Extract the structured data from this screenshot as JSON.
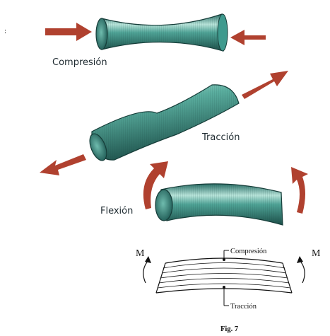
{
  "labels": {
    "compression": "Compresión",
    "traction": "Tracción",
    "flexion": "Flexión"
  },
  "beam_diagram": {
    "moment_left": "M",
    "moment_right": "M",
    "top_label": "Compresión",
    "bottom_label": "Tracción"
  },
  "caption": "Fig. 7",
  "colors": {
    "cylinder_body": "#3f9a8e",
    "cylinder_dark": "#1f5b55",
    "cylinder_highlight": "#cfeee6",
    "arrow": "#b0412f"
  }
}
